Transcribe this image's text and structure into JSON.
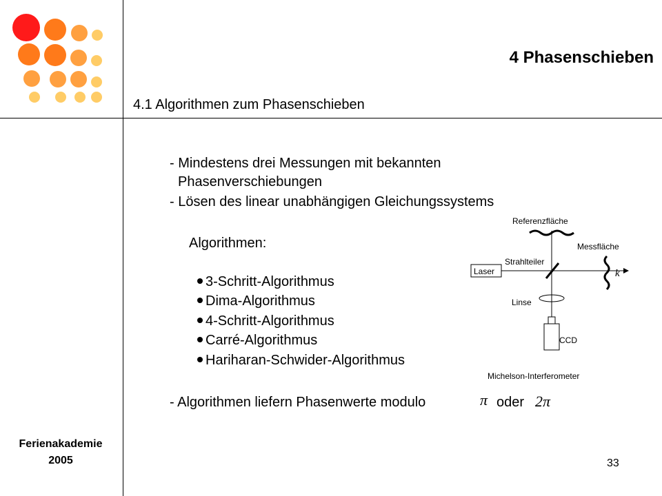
{
  "slide": {
    "title": "4 Phasenschieben",
    "subtitle": "4.1 Algorithmen zum Phasenschieben",
    "page_number": "33",
    "footer": {
      "line1": "Ferienakademie",
      "line2": "2005"
    }
  },
  "content": {
    "line1": "- Mindestens drei Messungen mit bekannten",
    "line2": "Phasenverschiebungen",
    "line3": "- Lösen des linear unabhängigen Gleichungssystems",
    "algorithms_heading": "Algorithmen:",
    "algorithms": [
      "3-Schritt-Algorithmus",
      "Dima-Algorithmus",
      "4-Schritt-Algorithmus",
      "Carré-Algorithmus",
      "Hariharan-Schwider-Algorithmus"
    ],
    "conclusion_text": "- Algorithmen liefern Phasenwerte modulo",
    "conclusion_pi": "π",
    "conclusion_or": "oder",
    "conclusion_2pi": "2π"
  },
  "diagram": {
    "labels": {
      "reference": "Referenzfläche",
      "measure": "Messfläche",
      "beamsplitter": "Strahlteiler",
      "laser": "Laser",
      "lens": "Linse",
      "ccd": "CCD",
      "k_vector": "k",
      "caption": "Michelson-Interferometer"
    }
  },
  "colors": {
    "dot_red": "#ff1a1a",
    "dot_orange": "#ff7a1a",
    "dot_light_orange": "#ffa040",
    "dot_yellow": "#ffcc66"
  }
}
